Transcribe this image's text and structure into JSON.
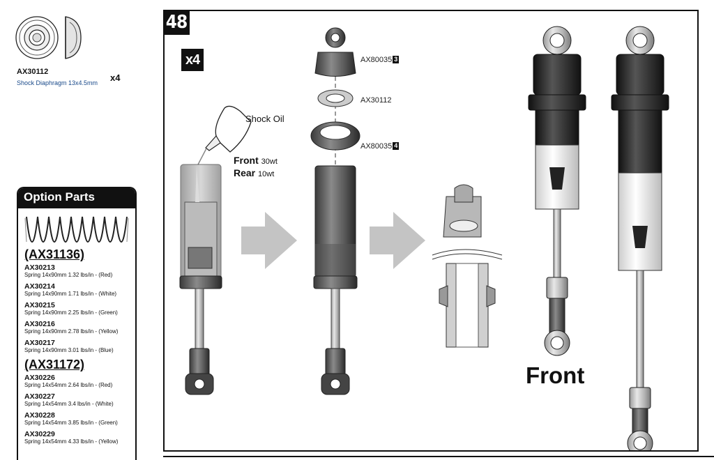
{
  "part": {
    "code": "AX30112",
    "description": "Shock Diaphragm 13x4.5mm",
    "quantity": "x4"
  },
  "step": {
    "number": "48",
    "multiplier": "x4"
  },
  "callouts": {
    "cap": {
      "code": "AX80035",
      "num": "3"
    },
    "diaphragm": {
      "code": "AX30112"
    },
    "ring": {
      "code": "AX80035",
      "num": "4"
    }
  },
  "oil": {
    "label": "Shock Oil",
    "front": {
      "pos": "Front",
      "weight": "30wt"
    },
    "rear": {
      "pos": "Rear",
      "weight": "10wt"
    }
  },
  "front_label": "Front",
  "option_parts": {
    "title": "Option Parts",
    "groups": [
      {
        "code": "(AX31136)",
        "items": [
          {
            "code": "AX30213",
            "desc": "Spring 14x90mm 1.32 lbs/in - (Red)"
          },
          {
            "code": "AX30214",
            "desc": "Spring 14x90mm 1.71 lbs/in - (White)"
          },
          {
            "code": "AX30215",
            "desc": "Spring 14x90mm 2.25 lbs/in - (Green)"
          },
          {
            "code": "AX30216",
            "desc": "Spring 14x90mm 2.78 lbs/in - (Yellow)"
          },
          {
            "code": "AX30217",
            "desc": "Spring 14x90mm 3.01 lbs/in - (Blue)"
          }
        ]
      },
      {
        "code": "(AX31172)",
        "items": [
          {
            "code": "AX30226",
            "desc": "Spring 14x54mm 2.64 lbs/in - (Red)"
          },
          {
            "code": "AX30227",
            "desc": "Spring 14x54mm 3.4 lbs/in - (White)"
          },
          {
            "code": "AX30228",
            "desc": "Spring 14x54mm 3.85 lbs/in - (Green)"
          },
          {
            "code": "AX30229",
            "desc": "Spring 14x54mm 4.33 lbs/in - (Yellow)"
          }
        ]
      }
    ]
  }
}
